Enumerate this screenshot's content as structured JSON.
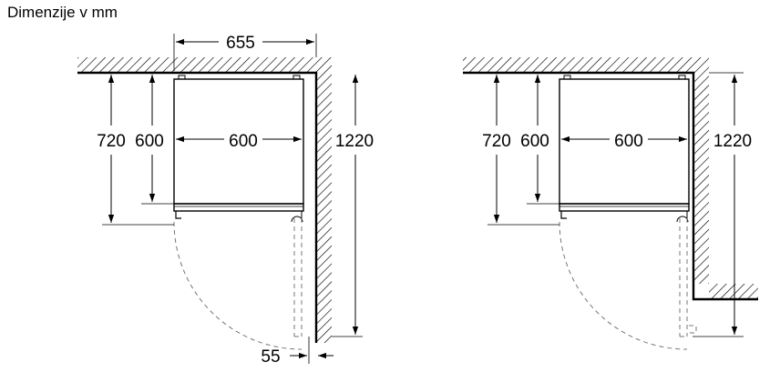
{
  "title": "Dimenzije v mm",
  "left_diagram": {
    "width_total": "655",
    "depth_door_open": "720",
    "depth_body": "600",
    "width_body": "600",
    "niche_depth": "1220",
    "wall_gap": "55"
  },
  "right_diagram": {
    "depth_door_open": "720",
    "depth_body": "600",
    "width_body": "600",
    "niche_depth": "1220"
  }
}
